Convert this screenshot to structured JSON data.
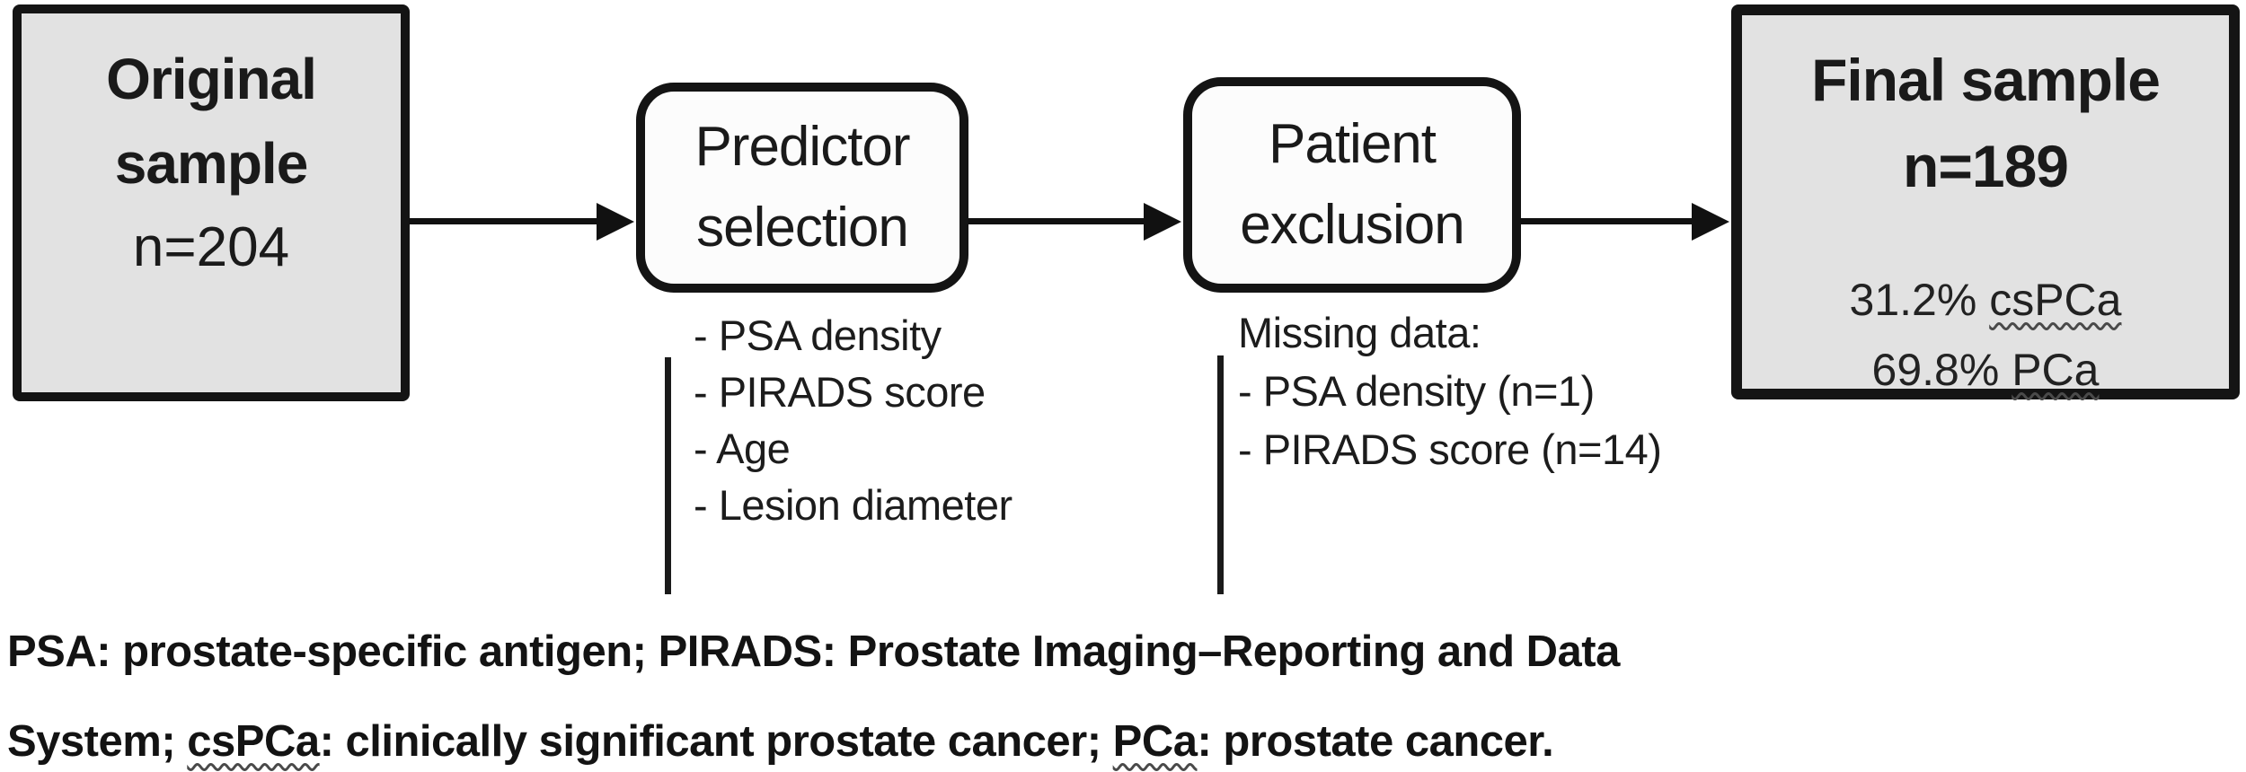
{
  "box_original": {
    "line1": "Original",
    "line2": "sample",
    "count": "n=204"
  },
  "box_predictor": {
    "line1": "Predictor",
    "line2": "selection"
  },
  "predictor_notes": {
    "items": [
      "- PSA density",
      "- PIRADS score",
      "- Age",
      "- Lesion diameter"
    ]
  },
  "box_exclusion": {
    "line1": "Patient",
    "line2": "exclusion"
  },
  "exclusion_notes": {
    "header": "Missing data:",
    "items": [
      "- PSA density (n=1)",
      "- PIRADS score (n=14)"
    ]
  },
  "box_final": {
    "title": "Final sample",
    "count": "n=189",
    "stat1_prefix": "31.2% ",
    "stat1_term": "csPCa",
    "stat2_prefix": "69.8% ",
    "stat2_term": "PCa"
  },
  "caption": {
    "line1": "PSA: prostate-specific antigen; PIRADS: Prostate Imaging–Reporting and Data",
    "line2_seg1": "System; ",
    "line2_term1": "csPCa",
    "line2_seg2": ": clinically significant prostate cancer; ",
    "line2_term2": "PCa",
    "line2_seg3": ": prostate cancer."
  },
  "colors": {
    "box_fill_gray": "#e2e2e2",
    "box_fill_white": "#fcfcfc",
    "border_black": "#141414",
    "text": "#1a1a1a",
    "squiggle": "#4a4a4a"
  }
}
